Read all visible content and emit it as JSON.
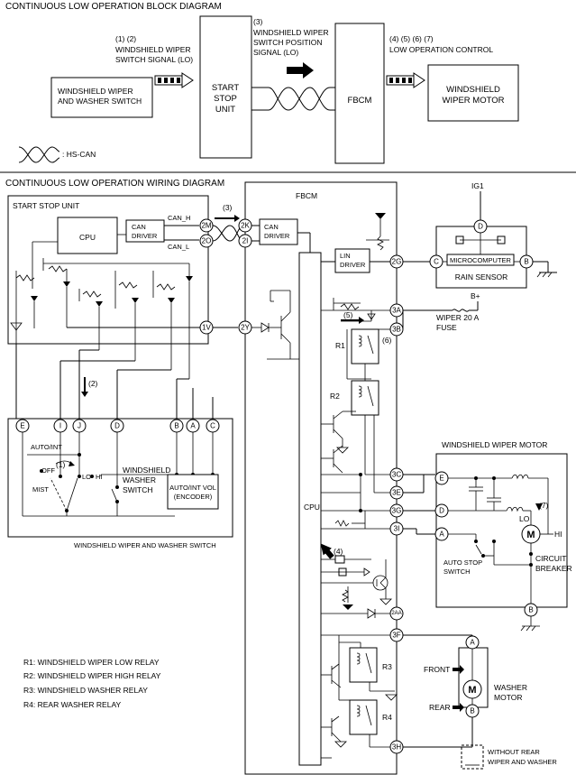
{
  "block_diagram": {
    "title": "CONTINUOUS LOW OPERATION BLOCK DIAGRAM",
    "step_labels": {
      "switch_signal": "(1) (2)",
      "position_signal": "(3)",
      "low_control": "(4) (5) (6) (7)"
    },
    "signal_labels": {
      "switch_signal_l1": "WINDSHIELD WIPER",
      "switch_signal_l2": "SWITCH SIGNAL (LO)",
      "position_l1": "WINDSHIELD WIPER",
      "position_l2": "SWITCH POSITION",
      "position_l3": "SIGNAL (LO)",
      "low_control": "LOW OPERATION CONTROL"
    },
    "boxes": {
      "switch_l1": "WINDSHIELD WIPER",
      "switch_l2": "AND WASHER SWITCH",
      "ssu_l1": "START",
      "ssu_l2": "STOP",
      "ssu_l3": "UNIT",
      "fbcm": "FBCM",
      "motor_l1": "WINDSHIELD",
      "motor_l2": "WIPER MOTOR"
    },
    "legend": ": HS-CAN"
  },
  "wiring_diagram": {
    "title": "CONTINUOUS LOW OPERATION WIRING DIAGRAM",
    "start_stop_unit": "START STOP UNIT",
    "cpu": "CPU",
    "can_driver_l1": "CAN",
    "can_driver_l2": "DRIVER",
    "can_h": "CAN_H",
    "can_l": "CAN_L",
    "step_3": "(3)",
    "step_2": "(2)",
    "fbcm": "FBCM",
    "fbcm_can_l1": "CAN",
    "fbcm_can_l2": "DRIVER",
    "lin_l1": "LIN",
    "lin_l2": "DRIVER",
    "fbcm_cpu": "CPU",
    "ig1": "IG1",
    "microcomputer": "MICROCOMPUTER",
    "rain_sensor": "RAIN SENSOR",
    "b_plus": "B+",
    "fuse_l1": "WIPER 20 A",
    "fuse_l2": "FUSE",
    "step_5": "(5)",
    "step_6": "(6)",
    "step_7": "(7)",
    "step_4": "(4)",
    "step_1": "(1)",
    "relay_r1": "R1",
    "relay_r2": "R2",
    "relay_r3": "R3",
    "relay_r4": "R4",
    "switch_auto_int": "AUTO/INT",
    "switch_off": "OFF",
    "switch_lo": "LO",
    "switch_hi": "HI",
    "switch_mist": "MIST",
    "washer_sw_l1": "WINDSHIELD",
    "washer_sw_l2": "WASHER",
    "washer_sw_l3": "SWITCH",
    "encoder_l1": "AUTO/INT VOL",
    "encoder_l2": "(ENCODER)",
    "switch_caption": "WINDSHIELD WIPER AND WASHER SWITCH",
    "motor_title": "WINDSHIELD WIPER MOTOR",
    "motor_lo": "LO",
    "motor_hi": "HI",
    "auto_stop_l1": "AUTO STOP",
    "auto_stop_l2": "SWITCH",
    "breaker_l1": "CIRCUIT",
    "breaker_l2": "BREAKER",
    "front": "FRONT",
    "rear": "REAR",
    "washer_motor_l1": "WASHER",
    "washer_motor_l2": "MOTOR",
    "without_rear_l1": "WITHOUT REAR",
    "without_rear_l2": "WIPER AND WASHER",
    "motor_symbol": "M",
    "pins": {
      "p2M": "2M",
      "p2O": "2O",
      "p1V": "1V",
      "p2K": "2K",
      "p2I": "2I",
      "p2Y": "2Y",
      "p2G": "2G",
      "p3A": "3A",
      "p3B": "3B",
      "p3C": "3C",
      "p3E": "3E",
      "p3G": "3G",
      "p3I": "3I",
      "p2AA": "2AA",
      "p3F": "3F",
      "p3H": "3H",
      "pD": "D",
      "pC": "C",
      "pB": "B",
      "sE": "E",
      "sI": "I",
      "sJ": "J",
      "sD": "D",
      "sB": "B",
      "sA": "A",
      "sC": "C",
      "mE": "E",
      "mD": "D",
      "mA": "A",
      "mB": "B",
      "wA": "A",
      "wB": "B"
    }
  },
  "relay_legend": [
    "R1: WINDSHIELD WIPER LOW RELAY",
    "R2: WINDSHIELD WIPER HIGH RELAY",
    "R3: WINDSHIELD WASHER RELAY",
    "R4: REAR WASHER RELAY"
  ]
}
